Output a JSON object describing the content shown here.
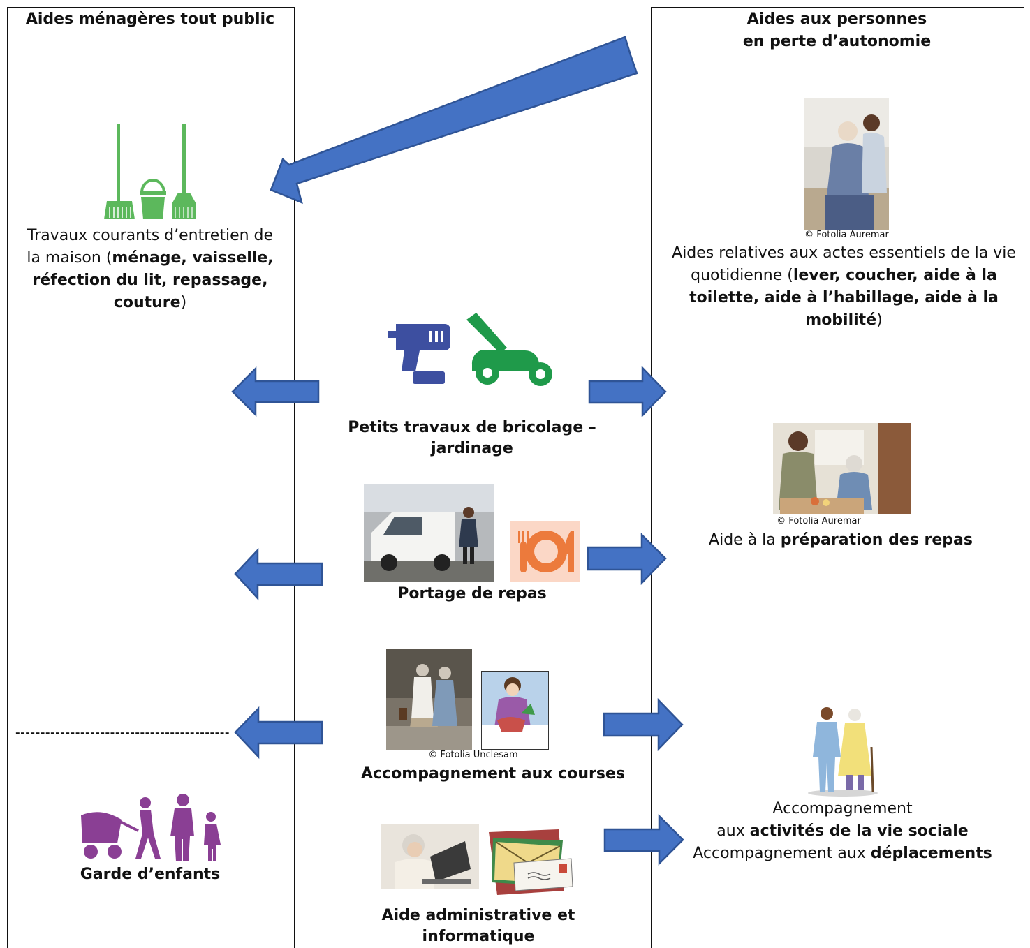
{
  "left_column": {
    "title": "Aides ménagères tout public",
    "housework": {
      "intro": "Travaux courants d’entretien de la maison (",
      "items": "ménage, vaisselle, réfection du lit, repassage, couture",
      "close": ")"
    },
    "separator": "-------------------------------------------",
    "childcare": "Garde d’enfants"
  },
  "right_column": {
    "title_line1": "Aides aux personnes",
    "title_line2": "en perte d’autonomie",
    "photo1_credit": "© Fotolia Auremar",
    "daily_care": {
      "intro": "Aides relatives aux actes essentiels de la vie quotidienne (",
      "items": "lever, coucher, aide à la toilette, aide à l’habillage, aide  à la mobilité",
      "close": ")"
    },
    "photo2_credit": "© Fotolia Auremar",
    "meals": {
      "intro": "Aide à la ",
      "bold": "préparation des repas"
    },
    "social": {
      "line1": "Accompagnement",
      "line2_prefix": "aux ",
      "line2_bold": "activités de la vie sociale",
      "line3_prefix": "Accompagnement aux ",
      "line3_bold": "déplacements"
    }
  },
  "center": {
    "diy": "Petits travaux de  bricolage –jardinage",
    "meal_delivery": "Portage de repas",
    "shopping_credit": "© Fotolia Unclesam",
    "shopping": "Accompagnement aux  courses",
    "admin_line1": "Aide administrative et",
    "admin_line2": "informatique"
  },
  "colors": {
    "arrow_fill": "#4472c4",
    "arrow_stroke": "#2f5496",
    "cleaning_green": "#5cb85c",
    "mower_green": "#1f9a4a",
    "drill_blue": "#3d4fa0",
    "plate_orange": "#ec7a3c",
    "childcare_purple": "#8a3f94"
  }
}
